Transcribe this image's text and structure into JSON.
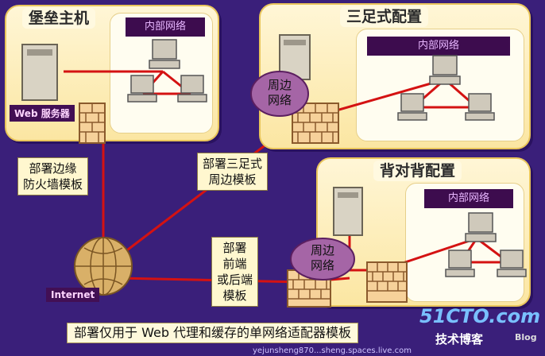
{
  "panels": {
    "bastion": {
      "title": "堡垒主机",
      "internal": "内部网络",
      "server": "Web 服务器"
    },
    "three_leg": {
      "title": "三足式配置",
      "internal": "内部网络",
      "perimeter": [
        "周边",
        "网络"
      ]
    },
    "back_to_back": {
      "title": "背对背配置",
      "internal": "内部网络",
      "perimeter": [
        "周边",
        "网络"
      ]
    }
  },
  "callouts": {
    "edge_firewall": [
      "部署边缘",
      "防火墙模板"
    ],
    "three_leg_perimeter": [
      "部署三足式",
      "周边模板"
    ],
    "front_back": [
      "部署",
      "前端",
      "或后端",
      "模板"
    ]
  },
  "internet_label": "Internet",
  "bottom_caption": "部署仅用于 Web 代理和缓存的单网络适配器模板",
  "watermark": {
    "site": "51CTO.com",
    "blog_cn": "技术博客",
    "blog_en": "Blog",
    "url": "yejunsheng870...sheng.spaces.live.com"
  },
  "colors": {
    "background": "#3a1f7a",
    "link": "#d11010",
    "panel": "#fbe6a2"
  }
}
